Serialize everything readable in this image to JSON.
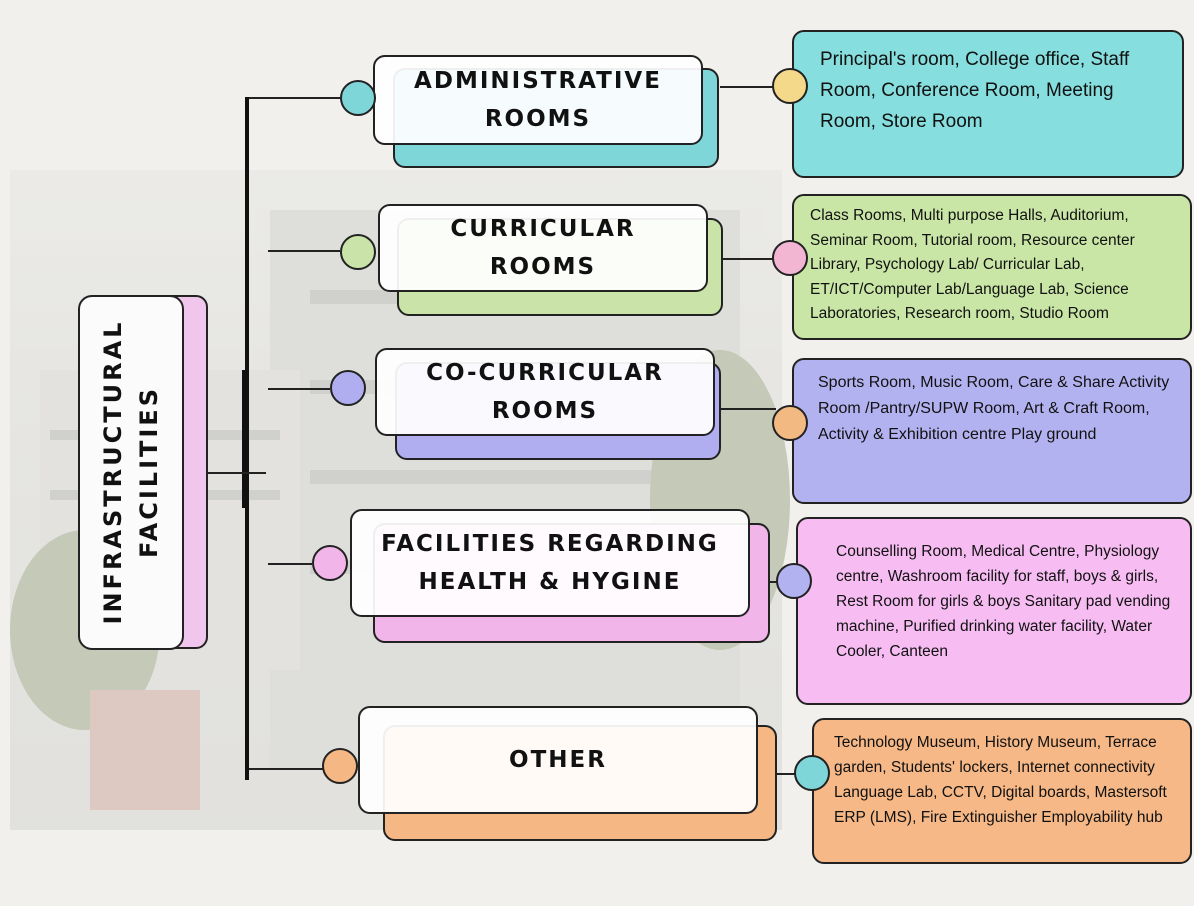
{
  "main": {
    "label": "INFRASTRUCTURAL\nFACILITIES",
    "shadow_color": "#f1c6ec"
  },
  "categories": [
    {
      "label": "ADMINISTRATIVE\nROOMS",
      "color": "#7fd6d9",
      "dot_color": "#7fd6d9",
      "desc_dot_color": "#f5d98a",
      "desc_color": "#86dede",
      "description": "Principal's room, College office, Staff Room, Conference Room, Meeting Room, Store Room"
    },
    {
      "label": "CURRICULAR\nROOMS",
      "color": "#c9e3a9",
      "dot_color": "#c9e3a9",
      "desc_dot_color": "#f2b6d3",
      "desc_color": "#c9e6a6",
      "description": "Class Rooms, Multi purpose Halls, Auditorium, Seminar Room, Tutorial room, Resource center Library, Psychology Lab/ Curricular Lab, ET/ICT/Computer Lab/Language Lab, Science Laboratories, Research room, Studio Room"
    },
    {
      "label": "CO-CURRICULAR\nROOMS",
      "color": "#b0aef0",
      "dot_color": "#b0aef0",
      "desc_dot_color": "#f3b983",
      "desc_color": "#b3b2f1",
      "description": "Sports Room, Music Room, Care & Share Activity Room /Pantry/SUPW Room, Art & Craft Room, Activity & Exhibition centre Play ground"
    },
    {
      "label": "FACILITIES REGARDING\nHEALTH & HYGINE",
      "color": "#f1b5e9",
      "dot_color": "#f1b5e9",
      "desc_dot_color": "#b3b2f1",
      "desc_color": "#f7bdf3",
      "description": "Counselling Room, Medical Centre, Physiology centre, Washroom facility for staff, boys & girls, Rest Room for girls & boys Sanitary pad vending machine, Purified drinking water facility, Water Cooler, Canteen"
    },
    {
      "label": "OTHER",
      "color": "#f5b783",
      "dot_color": "#f5b783",
      "desc_dot_color": "#7fd6d9",
      "desc_color": "#f5b886",
      "description": "Technology Museum, History Museum, Terrace garden, Students' lockers, Internet connectivity Language Lab, CCTV, Digital boards, Mastersoft ERP (LMS), Fire Extinguisher Employability hub"
    }
  ]
}
